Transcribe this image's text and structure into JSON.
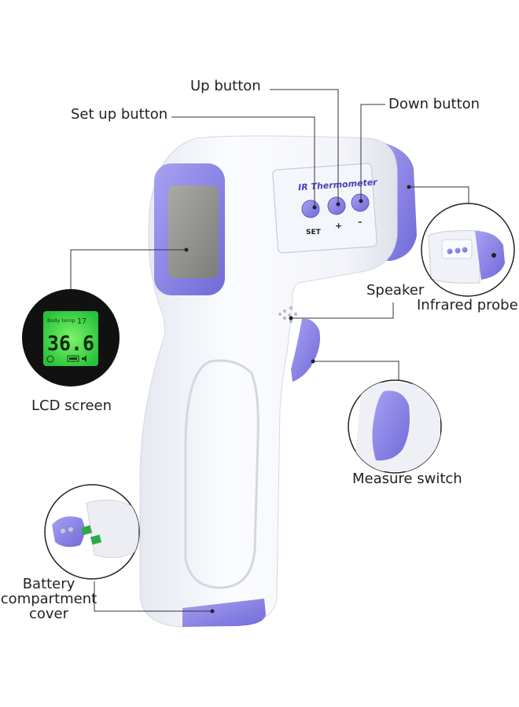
{
  "callouts": {
    "up_button": "Up button",
    "set_up_button": "Set up button",
    "down_button": "Down button",
    "speaker": "Speaker",
    "infrared_probe": "Infrared probe",
    "lcd_screen": "LCD screen",
    "measure_switch": "Measure switch",
    "battery_line1": "Battery",
    "battery_line2": "compartment",
    "battery_line3": "cover"
  },
  "device": {
    "panel_title": "IR Thermometer",
    "set_label": "SET",
    "plus_label": "+",
    "minus_label": "–"
  },
  "lcd_inset": {
    "mode_text": "Body temp",
    "small_reading": "17",
    "temperature": "36.6"
  },
  "colors": {
    "accent_purple": "#8d86e6",
    "accent_dark": "#6a62cf",
    "body_white": "#f6f7fb",
    "lcd_green": "#3fdd4a",
    "lcd_bezel": "#1a1a1a",
    "leader_line": "#333333"
  }
}
